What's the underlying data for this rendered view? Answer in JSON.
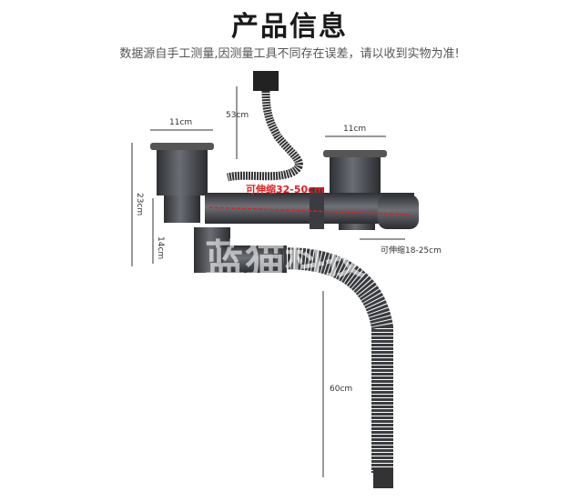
{
  "header": {
    "title": "产品信息",
    "subtitle": "数据源自手工测量,因测量工具不同存在误差，请以收到实物为准!"
  },
  "dimensions": {
    "left_strainer_width": "11cm",
    "right_strainer_width": "11cm",
    "overflow_hose": "53cm",
    "total_height": "23cm",
    "trap_height": "14cm",
    "extendable_pipe": "可伸缩32-50cm",
    "extendable_side": "可伸缩18-25cm",
    "drain_hose": "60cm"
  },
  "watermark": "蓝猫科技",
  "colors": {
    "pipe": "#4a4c52",
    "accent": "#e02020"
  }
}
